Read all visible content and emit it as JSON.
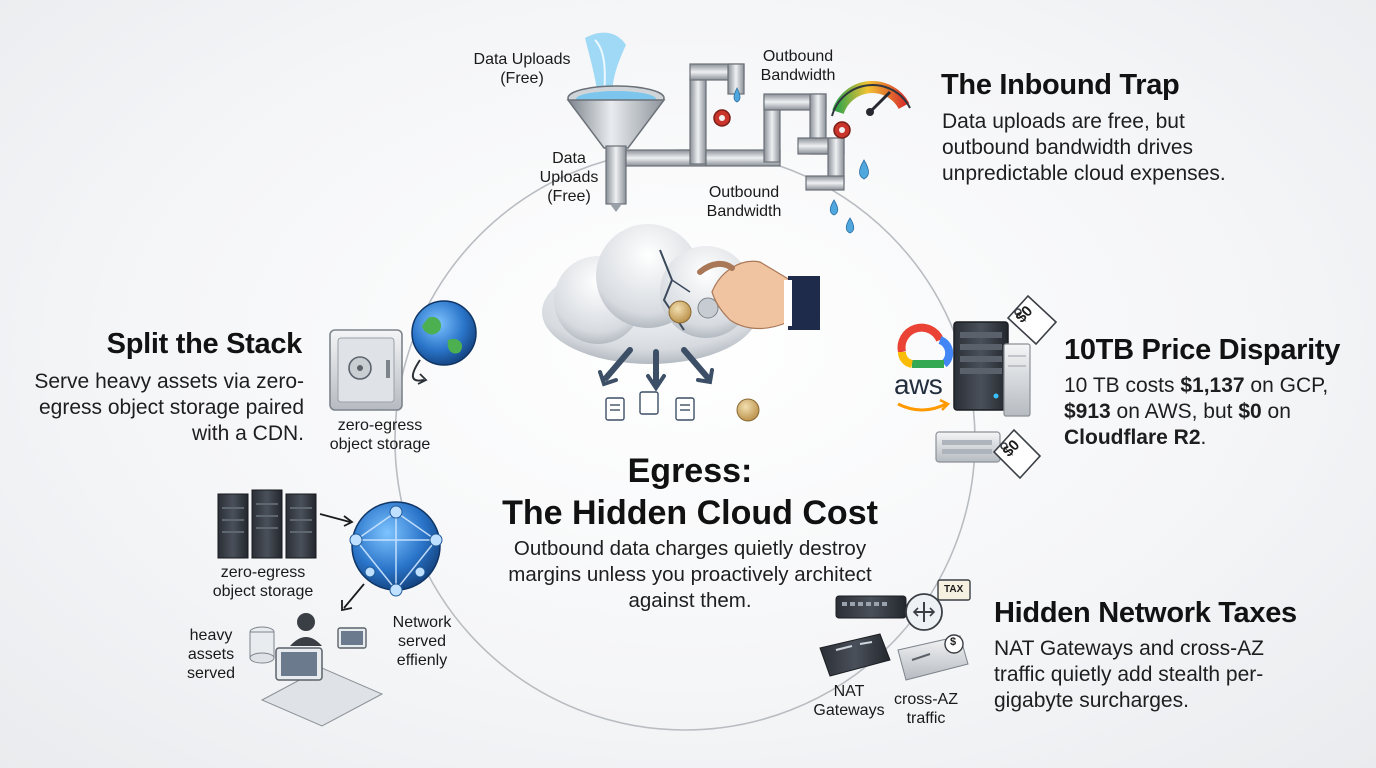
{
  "center": {
    "title_line1": "Egress:",
    "title_line2": "The Hidden Cloud Cost",
    "subtitle": "Outbound data charges quietly destroy margins unless you proactively architect against them."
  },
  "inbound_trap": {
    "heading": "The Inbound Trap",
    "body": "Data uploads are free, but outbound bandwidth drives unpredictable cloud expenses.",
    "labels": {
      "data_uploads_top": "Data Uploads (Free)",
      "outbound_top": "Outbound Bandwidth",
      "data_uploads_left": "Data Uploads (Free)",
      "outbound_bottom": "Outbound Bandwidth"
    }
  },
  "price_disparity": {
    "heading": "10TB Price Disparity",
    "body_parts": [
      {
        "text": "10 TB costs ",
        "bold": false
      },
      {
        "text": "$1,137",
        "bold": true
      },
      {
        "text": " on GCP, ",
        "bold": false
      },
      {
        "text": "$913",
        "bold": true
      },
      {
        "text": " on AWS, but ",
        "bold": false
      },
      {
        "text": "$0",
        "bold": true
      },
      {
        "text": " on ",
        "bold": false
      },
      {
        "text": "Cloudflare R2",
        "bold": true
      },
      {
        "text": ".",
        "bold": false
      }
    ],
    "tag_top": "$0",
    "tag_bottom": "$0",
    "aws_logo": "aws"
  },
  "network_taxes": {
    "heading": "Hidden Network Taxes",
    "body": "NAT Gateways and cross-AZ traffic quietly add stealth per-gigabyte surcharges.",
    "labels": {
      "nat": "NAT Gateways",
      "cross_az": "cross-AZ traffic",
      "tax_tag": "TAX"
    }
  },
  "split_stack": {
    "heading": "Split the Stack",
    "body": "Serve heavy assets via zero-egress object storage paired with a CDN.",
    "labels": {
      "storage_top": "zero-egress object storage",
      "storage_bottom": "zero-egress object storage",
      "heavy_assets": "heavy assets served",
      "network_served": "Network served effienly"
    }
  },
  "colors": {
    "accent_blue": "#2f6fb5",
    "water": "#6cc3ee",
    "gauge_red": "#d9362b",
    "gauge_green": "#3aa64a",
    "aws_orange": "#ff9900"
  },
  "icons": [
    "funnel-icon",
    "pipe-icon",
    "gauge-icon",
    "cloud-icon",
    "hand-icon",
    "coin-icon",
    "document-icon",
    "server-icon",
    "price-tag-icon",
    "google-cloud-icon",
    "aws-logo-icon",
    "network-switch-icon",
    "router-icon",
    "globe-icon",
    "safe-icon",
    "data-center-icon",
    "workstation-icon"
  ]
}
